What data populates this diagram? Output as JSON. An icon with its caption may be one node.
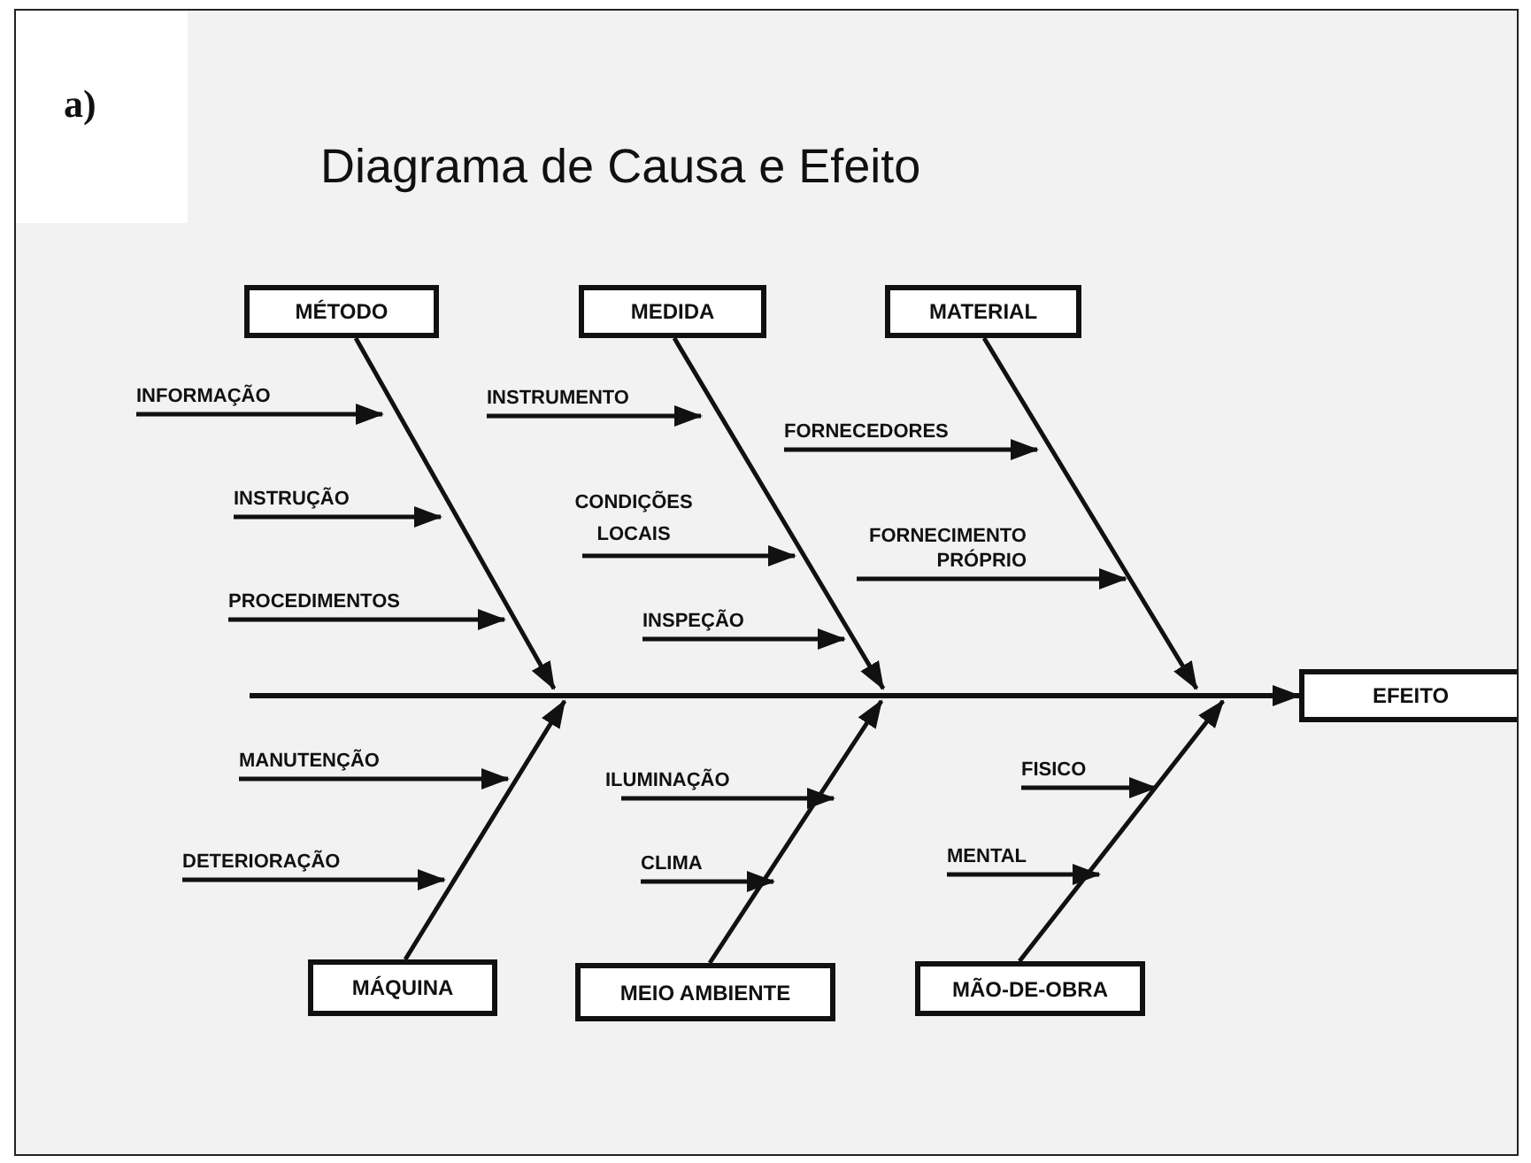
{
  "diagram": {
    "title": "Diagrama de Causa e Efeito",
    "nodes": [
      {
        "text": [
          "MÉTODO"
        ]
      },
      {
        "text": [
          "INFORMAÇÃO"
        ]
      },
      {
        "text": [
          "INSTRUÇÃO"
        ]
      },
      {
        "text": [
          "PROCEDIMENTOS"
        ]
      },
      {
        "text": [
          "MEDIDA"
        ]
      },
      {
        "text": [
          "INSTRUMENTO"
        ]
      },
      {
        "text": [
          "CONDIÇÕES LOCAIS"
        ]
      },
      {
        "text": [
          "INSPEÇÃO"
        ]
      },
      {
        "text": [
          "MATERIAL"
        ]
      },
      {
        "text": [
          "FORNECEDORES"
        ]
      },
      {
        "text": [
          "FORNECIMENTO PRÓPRIO"
        ]
      },
      {
        "text": [
          "EFEITO"
        ]
      },
      {
        "text": [
          "MANUTENÇÃO"
        ]
      },
      {
        "text": [
          "DETERIORAÇÃO"
        ]
      },
      {
        "text": [
          "MÁQUINA"
        ]
      },
      {
        "text": [
          "ILUMINAÇÃO"
        ]
      },
      {
        "text": [
          "CLIMA"
        ]
      },
      {
        "text": [
          "MEIO AMBIENTE"
        ]
      },
      {
        "text": [
          "FISICO"
        ]
      },
      {
        "text": [
          "MENTAL"
        ]
      },
      {
        "text": [
          "MÃO-DE-OBRA"
        ]
      }
    ],
    "edges": [
      {
        "from": 0,
        "to": null,
        "arrow": "to"
      },
      {
        "from": 1,
        "to": null,
        "arrow": "to"
      },
      {
        "from": 2,
        "to": null,
        "arrow": "to"
      },
      {
        "from": 3,
        "to": null,
        "arrow": "to"
      },
      {
        "from": 4,
        "to": null,
        "arrow": "to"
      },
      {
        "from": 5,
        "to": null,
        "arrow": "to"
      },
      {
        "from": 6,
        "to": null,
        "arrow": "to"
      },
      {
        "from": 7,
        "to": null,
        "arrow": "to"
      },
      {
        "from": 8,
        "to": null,
        "arrow": "to"
      },
      {
        "from": 9,
        "to": null,
        "arrow": "to"
      },
      {
        "from": 10,
        "to": null,
        "arrow": "to"
      },
      {
        "from": null,
        "to": 11,
        "arrow": "to"
      },
      {
        "from": 12,
        "to": null,
        "arrow": "to"
      },
      {
        "from": 13,
        "to": null,
        "arrow": "to"
      },
      {
        "from": 14,
        "to": null,
        "arrow": "to"
      },
      {
        "from": 15,
        "to": null,
        "arrow": "to"
      },
      {
        "from": 16,
        "to": null,
        "arrow": "to"
      },
      {
        "from": 17,
        "to": null,
        "arrow": "to"
      },
      {
        "from": 18,
        "to": null,
        "arrow": "to"
      },
      {
        "from": 19,
        "to": null,
        "arrow": "to"
      },
      {
        "from": 20,
        "to": null,
        "arrow": "to"
      }
    ],
    "labels": [
      "a)"
    ]
  }
}
